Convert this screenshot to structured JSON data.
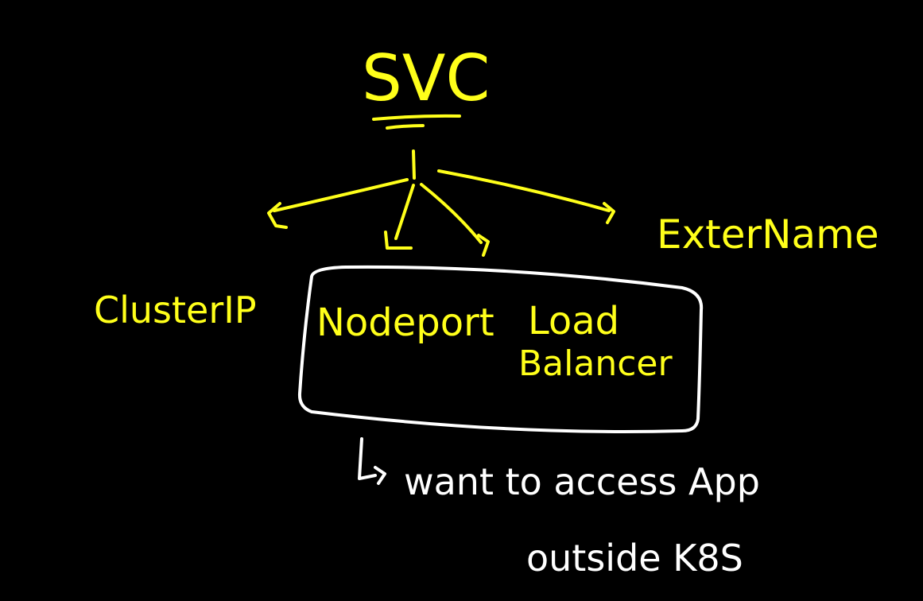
{
  "diagram": {
    "title": "SVC",
    "types": {
      "cluster_ip": "ClusterIP",
      "node_port": "Nodeport",
      "load_balancer_line1": "Load",
      "load_balancer_line2": "Balancer",
      "external_name": "ExterName"
    },
    "note": {
      "line1": "want to access App",
      "line2": "outside K8S"
    }
  },
  "colors": {
    "background": "#000000",
    "primary": "#ffff1a",
    "secondary": "#ffffff"
  }
}
